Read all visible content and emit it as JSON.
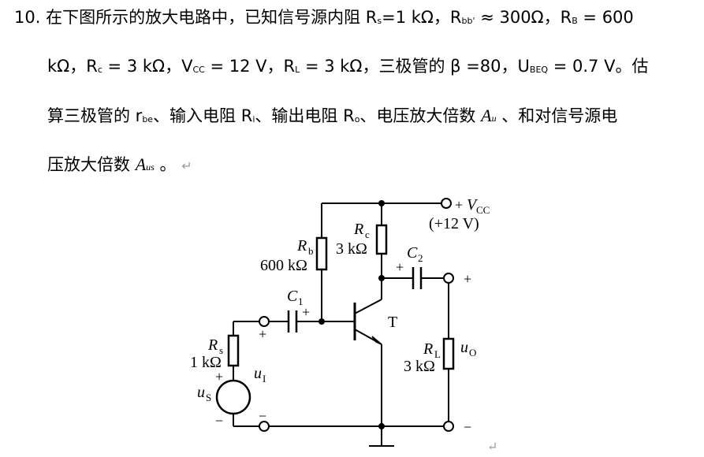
{
  "problem": {
    "number": "10.",
    "line1": {
      "t1": "在下图所示的放大电路中，已知信号源内阻 R",
      "rs_sub": "s",
      "t2": "=1 kΩ，R",
      "rbb_sub": "bb'",
      "t3": " ≈ 300Ω，R",
      "rb_sub": "B",
      "t4": " = 600"
    },
    "line2": {
      "t1": "kΩ，R",
      "rc_sub": "c",
      "t2": " = 3 kΩ，V",
      "vcc_sub": "CC",
      "t3": " = 12 V，R",
      "rl_sub": "L",
      "t4": " = 3 kΩ，三极管的 β =80，U",
      "ubeq_sub": "BEQ",
      "t5": " = 0.7 V。估"
    },
    "line3": {
      "t1": "算三极管的 r",
      "rbe_sub": "be",
      "t2": "、输入电阻 R",
      "ri_sub": "i",
      "t3": "、输出电阻 R",
      "ro_sub": "o",
      "t4": "、电压放大倍数 ",
      "au_main": "A",
      "au_dot": "·",
      "au_sub": "u",
      "t5": " 、和对信号源电"
    },
    "line4": {
      "t1": "压放大倍数 ",
      "aus_main": "A",
      "aus_dot": "·",
      "aus_sub": "us",
      "t2": " 。",
      "ret": "↵"
    }
  },
  "circuit": {
    "vcc_plus": "+",
    "vcc_label": "V",
    "vcc_sub": "CC",
    "vcc_value": "(+12 V)",
    "rb_label": "R",
    "rb_sub": "b",
    "rb_value": "600 kΩ",
    "rc_label": "R",
    "rc_sub": "c",
    "rc_value": "3 kΩ",
    "c1_label": "C",
    "c1_sub": "1",
    "c1_plus": "+",
    "c2_label": "C",
    "c2_sub": "2",
    "c2_plus": "+",
    "transistor_label": "T",
    "rs_label": "R",
    "rs_sub": "s",
    "rs_value": "1 kΩ",
    "rl_label": "R",
    "rl_sub": "L",
    "rl_value": "3 kΩ",
    "ui_label": "u",
    "ui_sub": "I",
    "uo_label": "u",
    "uo_sub": "O",
    "us_label": "u",
    "us_sub": "S",
    "in_plus": "+",
    "in_minus": "−",
    "src_plus": "+",
    "src_minus": "−",
    "out_plus": "+",
    "out_minus": "−",
    "ret": "↵"
  }
}
